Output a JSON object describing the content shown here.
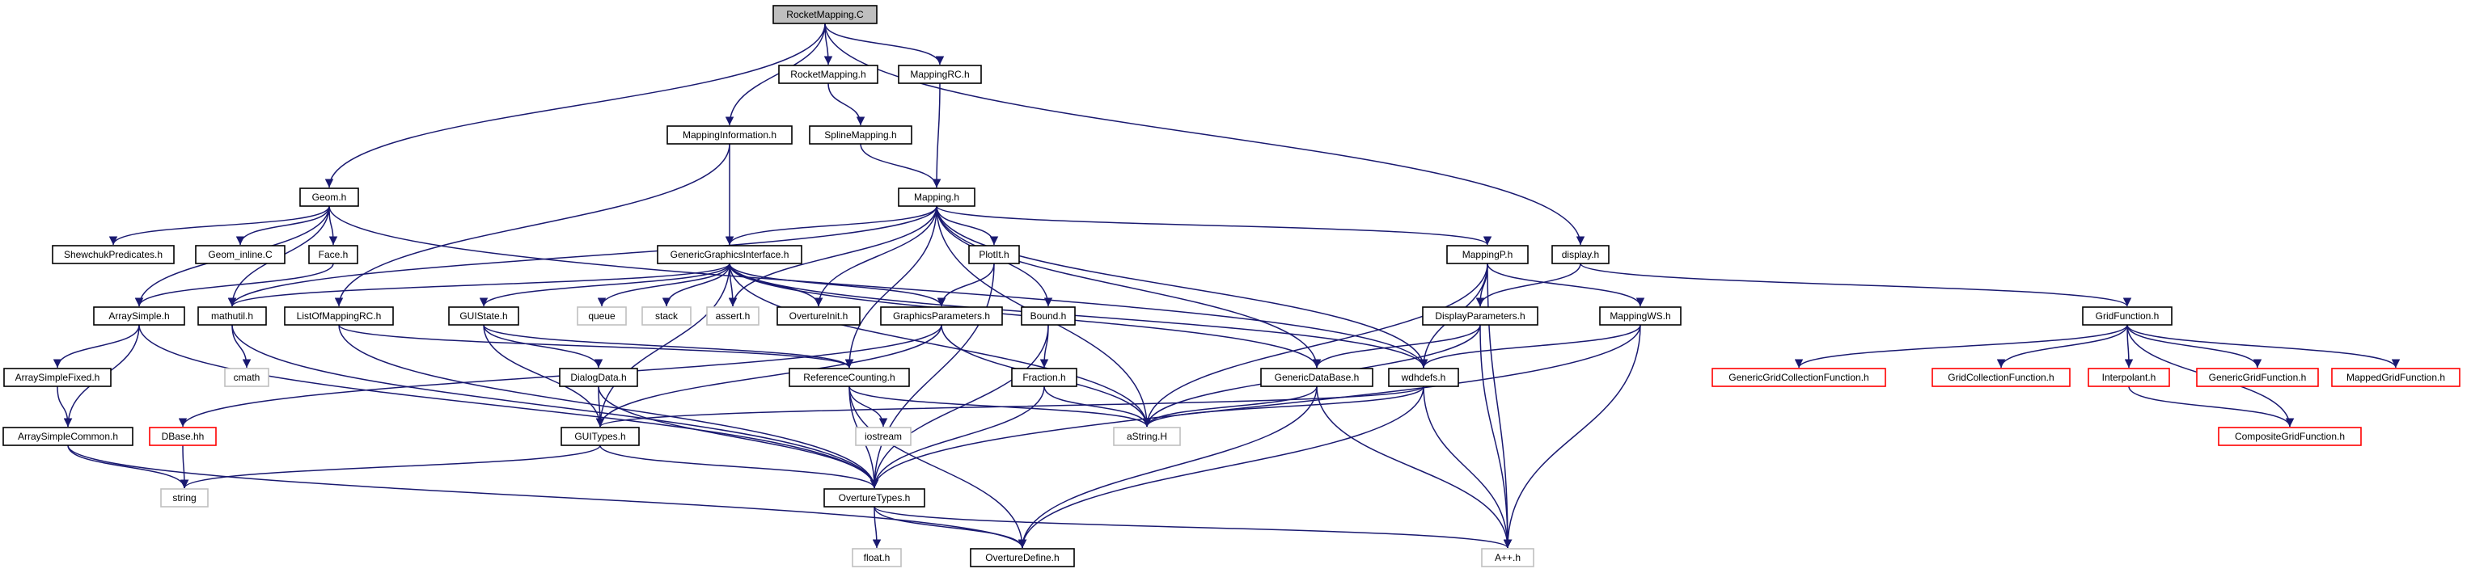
{
  "colors": {
    "edge": "#191970",
    "normal_border": "#000000",
    "missing_border": "#bfbfbf",
    "red_border": "#ff0000",
    "root_fill": "#bfbfbf",
    "text": "#000000"
  },
  "nodes": [
    {
      "id": "rocketmapping_c",
      "label": "RocketMapping.C",
      "kind": "root"
    },
    {
      "id": "rocketmapping_h",
      "label": "RocketMapping.h",
      "kind": "normal"
    },
    {
      "id": "mappingrc_h",
      "label": "MappingRC.h",
      "kind": "normal"
    },
    {
      "id": "mappinginformation_h",
      "label": "MappingInformation.h",
      "kind": "normal"
    },
    {
      "id": "splinemapping_h",
      "label": "SplineMapping.h",
      "kind": "normal"
    },
    {
      "id": "geom_h",
      "label": "Geom.h",
      "kind": "normal"
    },
    {
      "id": "mapping_h",
      "label": "Mapping.h",
      "kind": "normal"
    },
    {
      "id": "shewchuk_h",
      "label": "ShewchukPredicates.h",
      "kind": "normal"
    },
    {
      "id": "geom_inline_c",
      "label": "Geom_inline.C",
      "kind": "normal"
    },
    {
      "id": "face_h",
      "label": "Face.h",
      "kind": "normal"
    },
    {
      "id": "ggi_h",
      "label": "GenericGraphicsInterface.h",
      "kind": "normal"
    },
    {
      "id": "plotit_h",
      "label": "PlotIt.h",
      "kind": "normal"
    },
    {
      "id": "mappingp_h",
      "label": "MappingP.h",
      "kind": "normal"
    },
    {
      "id": "display_h",
      "label": "display.h",
      "kind": "normal"
    },
    {
      "id": "arraysimple_h",
      "label": "ArraySimple.h",
      "kind": "normal"
    },
    {
      "id": "mathutil_h",
      "label": "mathutil.h",
      "kind": "normal"
    },
    {
      "id": "listofmappingrc_h",
      "label": "ListOfMappingRC.h",
      "kind": "normal"
    },
    {
      "id": "guistate_h",
      "label": "GUIState.h",
      "kind": "normal"
    },
    {
      "id": "queue",
      "label": "queue",
      "kind": "missing"
    },
    {
      "id": "stack",
      "label": "stack",
      "kind": "missing"
    },
    {
      "id": "assert_h",
      "label": "assert.h",
      "kind": "missing"
    },
    {
      "id": "overtureinit_h",
      "label": "OvertureInit.h",
      "kind": "normal"
    },
    {
      "id": "graphicsparameters_h",
      "label": "GraphicsParameters.h",
      "kind": "normal"
    },
    {
      "id": "bound_h",
      "label": "Bound.h",
      "kind": "normal"
    },
    {
      "id": "displayparameters_h",
      "label": "DisplayParameters.h",
      "kind": "normal"
    },
    {
      "id": "mappingws_h",
      "label": "MappingWS.h",
      "kind": "normal"
    },
    {
      "id": "gridfunction_h",
      "label": "GridFunction.h",
      "kind": "normal"
    },
    {
      "id": "arraysimplefixed_h",
      "label": "ArraySimpleFixed.h",
      "kind": "normal"
    },
    {
      "id": "cmath",
      "label": "cmath",
      "kind": "missing"
    },
    {
      "id": "dialogdata_h",
      "label": "DialogData.h",
      "kind": "normal"
    },
    {
      "id": "referencecounting_h",
      "label": "ReferenceCounting.h",
      "kind": "normal"
    },
    {
      "id": "fraction_h",
      "label": "Fraction.h",
      "kind": "normal"
    },
    {
      "id": "genericdatabase_h",
      "label": "GenericDataBase.h",
      "kind": "normal"
    },
    {
      "id": "wdhdefs_h",
      "label": "wdhdefs.h",
      "kind": "normal"
    },
    {
      "id": "ggcf_h",
      "label": "GenericGridCollectionFunction.h",
      "kind": "red"
    },
    {
      "id": "gcf_h",
      "label": "GridCollectionFunction.h",
      "kind": "red"
    },
    {
      "id": "interpolant_h",
      "label": "Interpolant.h",
      "kind": "red"
    },
    {
      "id": "ggf_h",
      "label": "GenericGridFunction.h",
      "kind": "red"
    },
    {
      "id": "mgf_h",
      "label": "MappedGridFunction.h",
      "kind": "red"
    },
    {
      "id": "arraysimplecommon_h",
      "label": "ArraySimpleCommon.h",
      "kind": "normal"
    },
    {
      "id": "dbase_hh",
      "label": "DBase.hh",
      "kind": "red"
    },
    {
      "id": "iostream",
      "label": "iostream",
      "kind": "missing"
    },
    {
      "id": "guitypes_h",
      "label": "GUITypes.h",
      "kind": "normal"
    },
    {
      "id": "astring_h",
      "label": "aString.H",
      "kind": "missing"
    },
    {
      "id": "compositegridfunction_h",
      "label": "CompositeGridFunction.h",
      "kind": "red"
    },
    {
      "id": "string",
      "label": "string",
      "kind": "missing"
    },
    {
      "id": "overturetypes_h",
      "label": "OvertureTypes.h",
      "kind": "normal"
    },
    {
      "id": "float_h",
      "label": "float.h",
      "kind": "missing"
    },
    {
      "id": "overturedefine_h",
      "label": "OvertureDefine.h",
      "kind": "normal"
    },
    {
      "id": "app_h",
      "label": "A++.h",
      "kind": "missing"
    }
  ],
  "edges": [
    [
      "rocketmapping_c",
      "rocketmapping_h"
    ],
    [
      "rocketmapping_c",
      "mappingrc_h"
    ],
    [
      "rocketmapping_c",
      "mappinginformation_h"
    ],
    [
      "rocketmapping_c",
      "geom_h"
    ],
    [
      "rocketmapping_c",
      "display_h"
    ],
    [
      "rocketmapping_h",
      "splinemapping_h"
    ],
    [
      "splinemapping_h",
      "mapping_h"
    ],
    [
      "mappingrc_h",
      "mapping_h"
    ],
    [
      "mappinginformation_h",
      "ggi_h"
    ],
    [
      "mappinginformation_h",
      "listofmappingrc_h"
    ],
    [
      "geom_h",
      "shewchuk_h"
    ],
    [
      "geom_h",
      "geom_inline_c"
    ],
    [
      "geom_h",
      "face_h"
    ],
    [
      "geom_h",
      "arraysimple_h"
    ],
    [
      "geom_h",
      "mathutil_h"
    ],
    [
      "geom_h",
      "wdhdefs_h"
    ],
    [
      "face_h",
      "arraysimple_h"
    ],
    [
      "mapping_h",
      "ggi_h"
    ],
    [
      "mapping_h",
      "plotit_h"
    ],
    [
      "mapping_h",
      "mappingp_h"
    ],
    [
      "mapping_h",
      "bound_h"
    ],
    [
      "mapping_h",
      "mathutil_h"
    ],
    [
      "mapping_h",
      "assert_h"
    ],
    [
      "mapping_h",
      "overtureinit_h"
    ],
    [
      "mapping_h",
      "astring_h"
    ],
    [
      "mapping_h",
      "genericdatabase_h"
    ],
    [
      "mapping_h",
      "wdhdefs_h"
    ],
    [
      "mapping_h",
      "referencecounting_h"
    ],
    [
      "ggi_h",
      "mathutil_h"
    ],
    [
      "ggi_h",
      "guistate_h"
    ],
    [
      "ggi_h",
      "queue"
    ],
    [
      "ggi_h",
      "stack"
    ],
    [
      "ggi_h",
      "assert_h"
    ],
    [
      "ggi_h",
      "overtureinit_h"
    ],
    [
      "ggi_h",
      "graphicsparameters_h"
    ],
    [
      "ggi_h",
      "astring_h"
    ],
    [
      "ggi_h",
      "genericdatabase_h"
    ],
    [
      "ggi_h",
      "wdhdefs_h"
    ],
    [
      "ggi_h",
      "guitypes_h"
    ],
    [
      "plotit_h",
      "graphicsparameters_h"
    ],
    [
      "plotit_h",
      "overturetypes_h"
    ],
    [
      "mappingp_h",
      "displayparameters_h"
    ],
    [
      "mappingp_h",
      "mappingws_h"
    ],
    [
      "mappingp_h",
      "wdhdefs_h"
    ],
    [
      "mappingp_h",
      "astring_h"
    ],
    [
      "mappingp_h",
      "app_h"
    ],
    [
      "display_h",
      "displayparameters_h"
    ],
    [
      "display_h",
      "gridfunction_h"
    ],
    [
      "arraysimple_h",
      "arraysimplefixed_h"
    ],
    [
      "arraysimple_h",
      "arraysimplecommon_h"
    ],
    [
      "arraysimple_h",
      "overturetypes_h"
    ],
    [
      "arraysimplefixed_h",
      "arraysimplecommon_h"
    ],
    [
      "arraysimplecommon_h",
      "string"
    ],
    [
      "arraysimplecommon_h",
      "overturedefine_h"
    ],
    [
      "mathutil_h",
      "cmath"
    ],
    [
      "mathutil_h",
      "overturetypes_h"
    ],
    [
      "listofmappingrc_h",
      "referencecounting_h"
    ],
    [
      "listofmappingrc_h",
      "overturetypes_h"
    ],
    [
      "guistate_h",
      "dialogdata_h"
    ],
    [
      "guistate_h",
      "guitypes_h"
    ],
    [
      "guistate_h",
      "referencecounting_h"
    ],
    [
      "dialogdata_h",
      "guitypes_h"
    ],
    [
      "dialogdata_h",
      "overturetypes_h"
    ],
    [
      "graphicsparameters_h",
      "guitypes_h"
    ],
    [
      "graphicsparameters_h",
      "dbase_hh"
    ],
    [
      "graphicsparameters_h",
      "astring_h"
    ],
    [
      "bound_h",
      "fraction_h"
    ],
    [
      "bound_h",
      "overturetypes_h"
    ],
    [
      "fraction_h",
      "overturetypes_h"
    ],
    [
      "fraction_h",
      "astring_h"
    ],
    [
      "referencecounting_h",
      "iostream"
    ],
    [
      "referencecounting_h",
      "overturetypes_h"
    ],
    [
      "referencecounting_h",
      "overturedefine_h"
    ],
    [
      "referencecounting_h",
      "astring_h"
    ],
    [
      "displayparameters_h",
      "genericdatabase_h"
    ],
    [
      "displayparameters_h",
      "astring_h"
    ],
    [
      "displayparameters_h",
      "app_h"
    ],
    [
      "mappingws_h",
      "wdhdefs_h"
    ],
    [
      "mappingws_h",
      "overturetypes_h"
    ],
    [
      "mappingws_h",
      "app_h"
    ],
    [
      "genericdatabase_h",
      "astring_h"
    ],
    [
      "genericdatabase_h",
      "overturedefine_h"
    ],
    [
      "genericdatabase_h",
      "app_h"
    ],
    [
      "wdhdefs_h",
      "guitypes_h"
    ],
    [
      "wdhdefs_h",
      "astring_h"
    ],
    [
      "wdhdefs_h",
      "overturedefine_h"
    ],
    [
      "wdhdefs_h",
      "app_h"
    ],
    [
      "guitypes_h",
      "string"
    ],
    [
      "guitypes_h",
      "overturetypes_h"
    ],
    [
      "dbase_hh",
      "string"
    ],
    [
      "overturetypes_h",
      "float_h"
    ],
    [
      "overturetypes_h",
      "overturedefine_h"
    ],
    [
      "overturetypes_h",
      "app_h"
    ],
    [
      "gridfunction_h",
      "ggcf_h"
    ],
    [
      "gridfunction_h",
      "gcf_h"
    ],
    [
      "gridfunction_h",
      "interpolant_h"
    ],
    [
      "gridfunction_h",
      "ggf_h"
    ],
    [
      "gridfunction_h",
      "mgf_h"
    ],
    [
      "gridfunction_h",
      "compositegridfunction_h"
    ],
    [
      "interpolant_h",
      "compositegridfunction_h"
    ]
  ]
}
